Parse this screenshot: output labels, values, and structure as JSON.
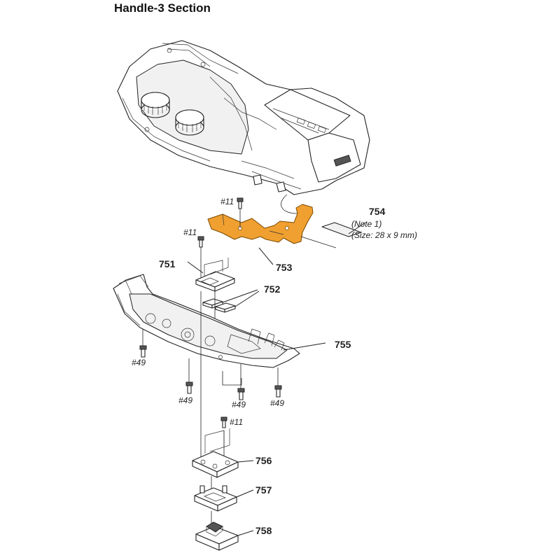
{
  "title": "Handle-3 Section",
  "parts": {
    "p751": "751",
    "p752": "752",
    "p753": "753",
    "p754": "754",
    "p755": "755",
    "p756": "756",
    "p757": "757",
    "p758": "758"
  },
  "note_754": {
    "line1": "(Note 1)",
    "line2": "(Size: 28 x 9 mm)"
  },
  "refs": {
    "r11a": "#11",
    "r11b": "#11",
    "r11c": "#11",
    "r49a": "#49",
    "r49b": "#49",
    "r49c": "#49",
    "r49d": "#49"
  },
  "colors": {
    "highlight": "#f0a030"
  }
}
